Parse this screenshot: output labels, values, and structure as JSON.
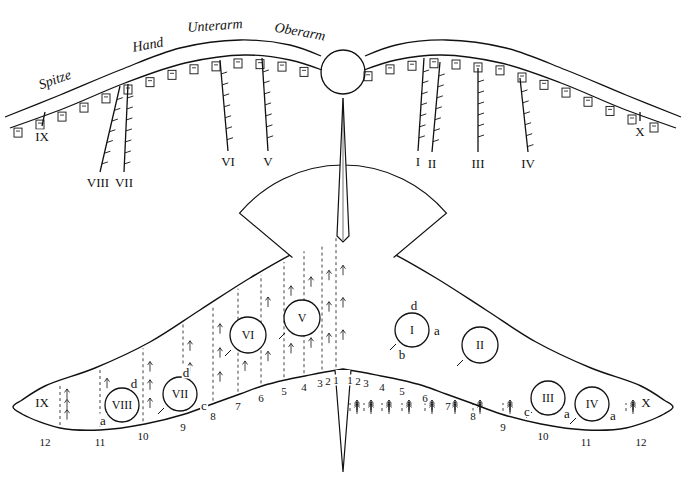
{
  "diagram": {
    "nodes": [
      {
        "text": [
          "VIII"
        ]
      },
      {
        "text": [
          "VII"
        ]
      },
      {
        "text": [
          "VI"
        ]
      },
      {
        "text": [
          "V"
        ]
      },
      {
        "text": [
          "I"
        ]
      },
      {
        "text": [
          "II"
        ]
      },
      {
        "text": [
          "III"
        ]
      },
      {
        "text": [
          "IV"
        ]
      }
    ],
    "labels": [
      "Spitze",
      "Hand",
      "Unterarm",
      "Oberarm",
      "IX",
      "VIII",
      "VII",
      "VI",
      "V",
      "I",
      "II",
      "III",
      "IV",
      "X",
      "IX",
      "X",
      "12",
      "11",
      "10",
      "9",
      "8",
      "7",
      "6",
      "5",
      "4",
      "3",
      "2",
      "1",
      "1",
      "2",
      "3",
      "4",
      "5",
      "6",
      "7",
      "8",
      "9",
      "10",
      "11",
      "12",
      "d",
      "a",
      "b",
      "d",
      "a",
      "d",
      "c",
      "c",
      "a",
      "a"
    ]
  }
}
